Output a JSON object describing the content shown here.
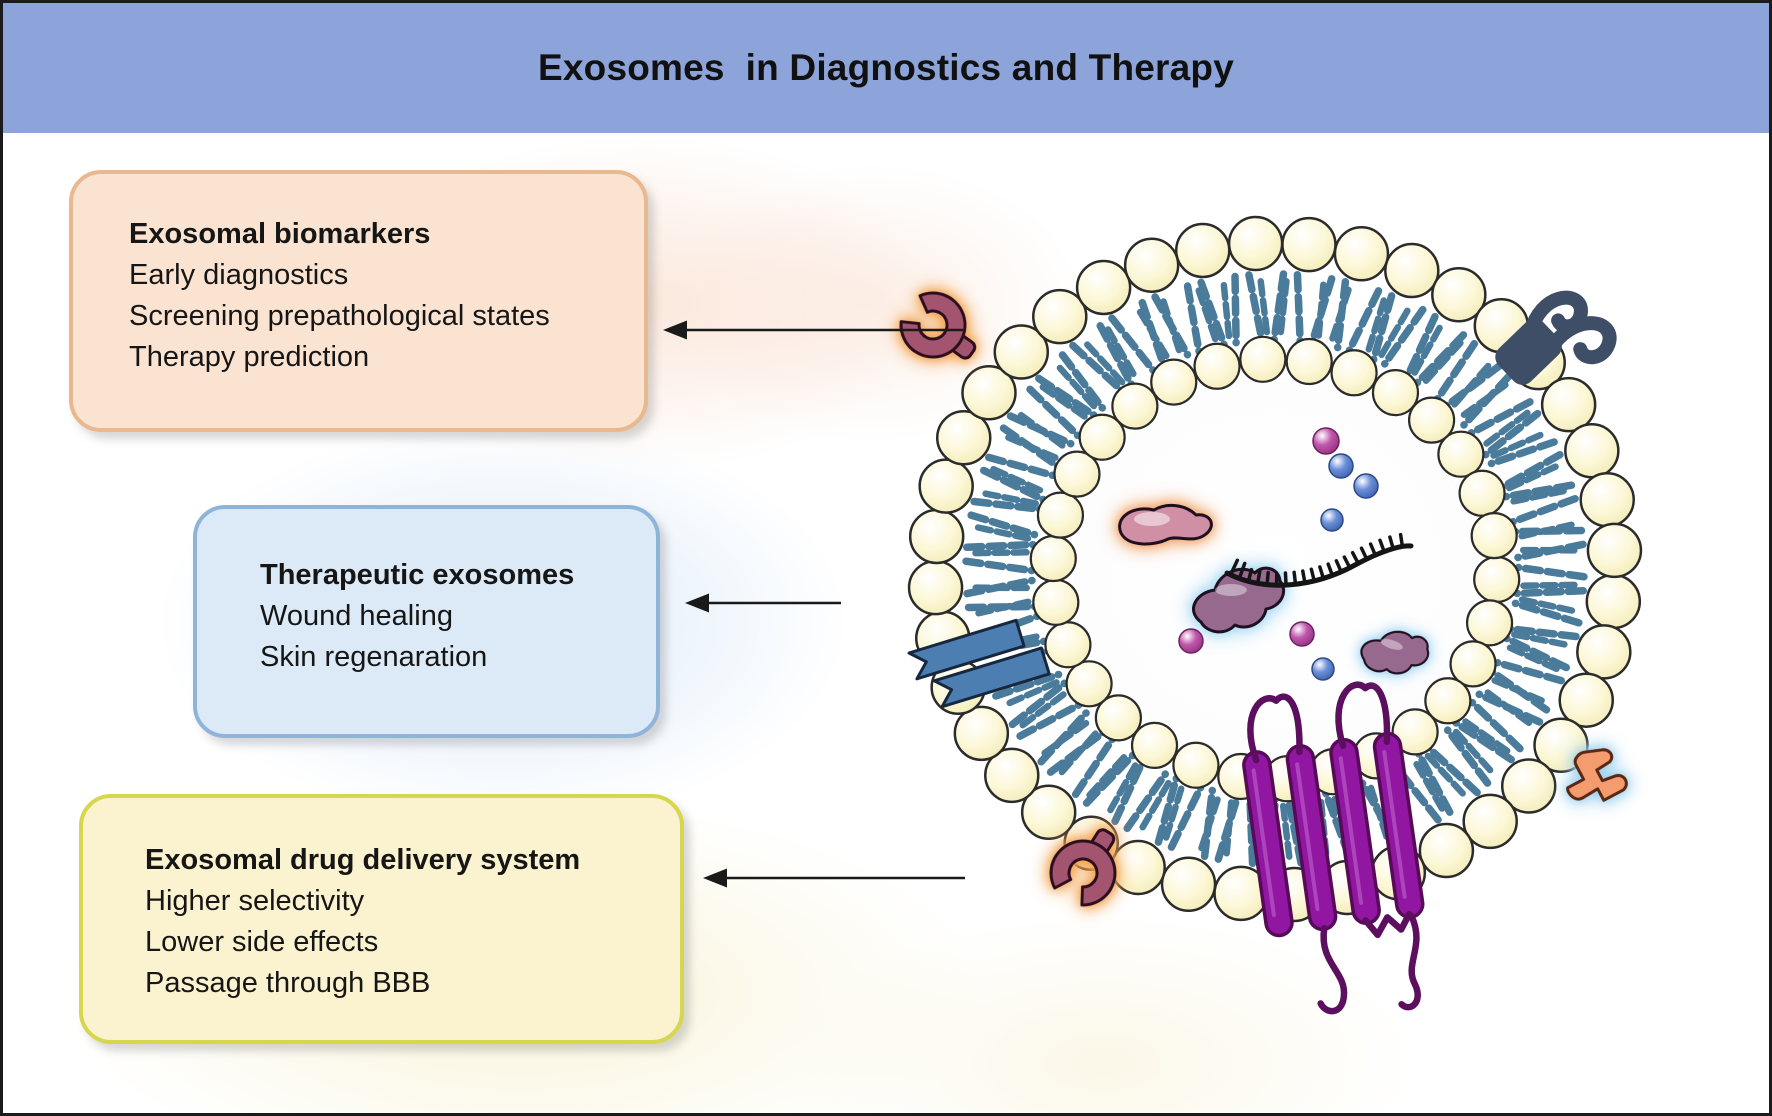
{
  "title": "Exosomes  in Diagnostics and Therapy",
  "title_bar_color": "#8ca4d9",
  "boxes": [
    {
      "heading": "Exosomal biomarkers",
      "items": [
        "Early diagnostics",
        "Screening prepathological states",
        "Therapy prediction"
      ],
      "fill": "#fae3d1",
      "border": "#e9b88e"
    },
    {
      "heading": "Therapeutic exosomes",
      "items": [
        "Wound healing",
        "Skin regenaration"
      ],
      "fill": "#dce9f6",
      "border": "#8fb4da"
    },
    {
      "heading": "Exosomal drug delivery system",
      "items": [
        "Higher selectivity",
        "Lower side effects",
        "Passage through BBB"
      ],
      "fill": "#fbf2cf",
      "border": "#d6d64f"
    }
  ],
  "figure": {
    "arrow_color": "#1a1a1a",
    "membrane": {
      "head_fill": "#faf4c8",
      "head_stroke": "#2b2b2b",
      "tail_color": "#4b7b9a",
      "outer_lipid_count": 40,
      "inner_lipid_count": 30
    },
    "proteins": {
      "tetraspanin_navy": "#3d4e66",
      "receptor_maroon": "#a3546f",
      "receptor_maroon_outline": "#2c0e1e",
      "receptor_maroon_glow": "#f2a14d",
      "ribbon_blue": "#4d7eb2",
      "ribbon_blue_outline": "#16283f",
      "receptor_orange": "#f59b70",
      "receptor_orange_outline": "#5a2812",
      "receptor_orange_glow": "#9fd2f0",
      "channel_purple": "#9117a2",
      "channel_purple_outline": "#570a57",
      "channel_purple_highlight": "#c36cd0"
    },
    "cargo": {
      "protein_pink": "#d08fa4",
      "protein_pink_glow": "#f2a468",
      "protein_purple": "#97698f",
      "protein_purple_glow": "#a8d9f4",
      "blob_outline": "#1f1020",
      "mirna_color": "#151515",
      "dot_magenta": "#c158ad",
      "dot_blue": "#6b8fd9"
    }
  }
}
